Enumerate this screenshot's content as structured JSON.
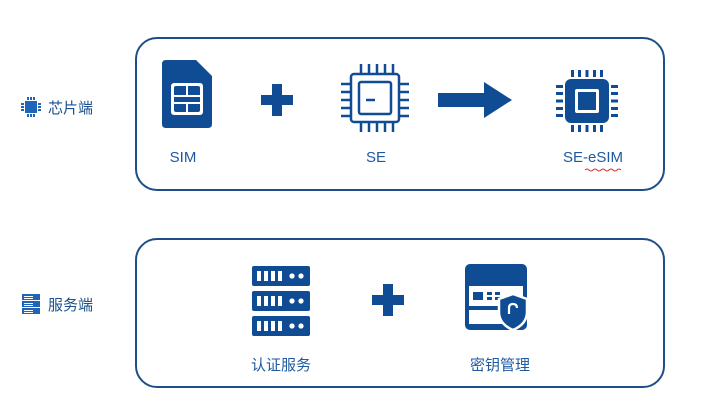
{
  "chip_row": {
    "side_label": "芯片端",
    "items": [
      {
        "caption": "SIM",
        "icon": "sim-card-icon"
      },
      {
        "caption": "SE",
        "icon": "se-chip-icon"
      },
      {
        "caption": "SE-eSIM",
        "icon": "esim-chip-icon"
      }
    ],
    "operators": [
      "plus-icon",
      "arrow-right-icon"
    ]
  },
  "server_row": {
    "side_label": "服务端",
    "items": [
      {
        "caption": "认证服务",
        "icon": "server-rack-icon"
      },
      {
        "caption": "密钥管理",
        "icon": "key-management-icon"
      }
    ],
    "operators": [
      "plus-icon"
    ]
  },
  "colors": {
    "primary": "#0f4c94",
    "border": "#1d4f86",
    "caption": "#1f5aa0",
    "spellcheck": "#d9333a"
  }
}
